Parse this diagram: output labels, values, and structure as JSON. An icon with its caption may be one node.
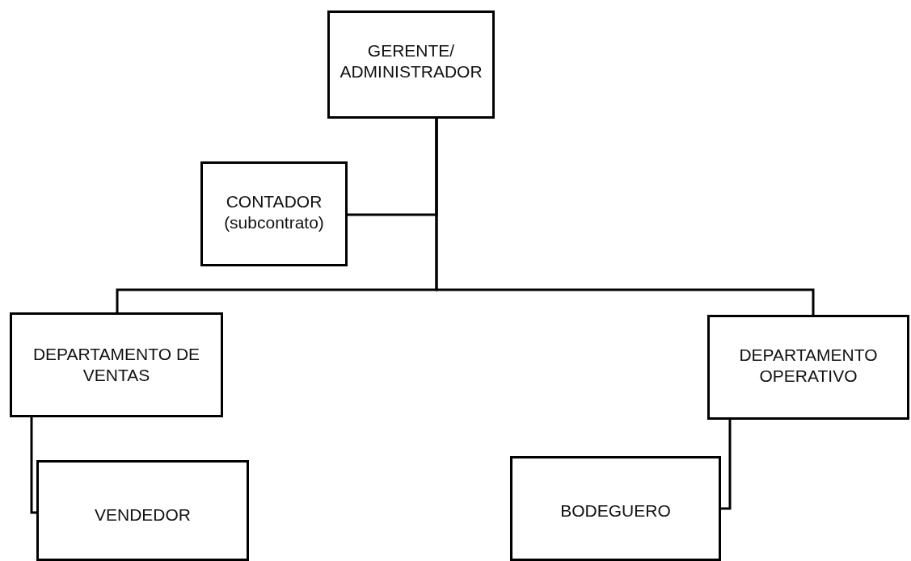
{
  "diagram": {
    "nodes": [
      {
        "text": [
          "GERENTE/ ADMINISTRADOR"
        ]
      },
      {
        "text": [
          "CONTADOR (subcontrato)"
        ]
      },
      {
        "text": [
          "DEPARTAMENTO DE VENTAS"
        ]
      },
      {
        "text": [
          "DEPARTAMENTO OPERATIVO"
        ]
      },
      {
        "text": [
          "VENDEDOR"
        ]
      },
      {
        "text": [
          "BODEGUERO"
        ]
      }
    ],
    "edges": [
      {
        "from": 0,
        "to": 1,
        "arrow": "none"
      },
      {
        "from": 0,
        "to": 2,
        "arrow": "none"
      },
      {
        "from": 0,
        "to": 3,
        "arrow": "none"
      },
      {
        "from": 2,
        "to": 4,
        "arrow": "none"
      },
      {
        "from": 3,
        "to": 5,
        "arrow": "none"
      }
    ]
  }
}
